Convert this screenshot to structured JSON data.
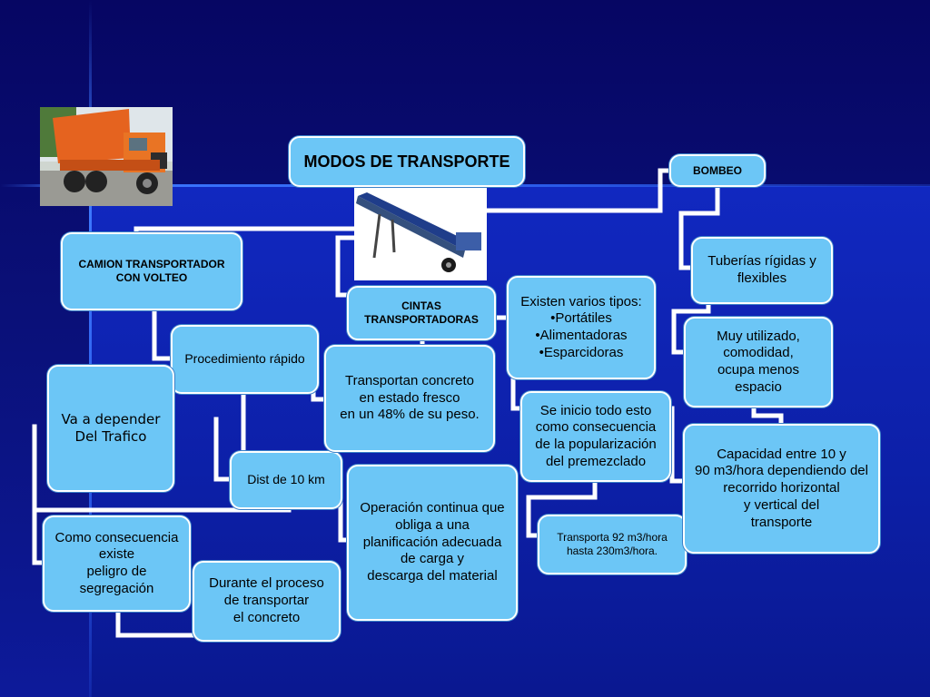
{
  "slide": {
    "title": "MODOS DE TRANSPORTE",
    "colors": {
      "background": "#0a0a6e",
      "node_fill": "#6cc6f6",
      "connector": "#ffffff"
    },
    "images": {
      "truck": "dump-truck-photo",
      "conveyor": "conveyor-belt-photo"
    },
    "nodes": {
      "camion": "CAMION TRANSPORTADOR\nCON VOLTEO",
      "cintas": "CINTAS\nTRANSPORTADORAS",
      "bombeo": "BOMBEO",
      "procedimiento": "Procedimiento rápido",
      "trafico": "Va a depender\nDel Trafico",
      "dist": "Dist de 10 km",
      "segregacion": "Como consecuencia\nexiste\npeligro de\nsegregación",
      "durante": "Durante el proceso\nde transportar\nel concreto",
      "transportan": "Transportan concreto\nen estado fresco\nen un 48% de su peso.",
      "operacion": "Operación continua que\nobliga a una\nplanificación adecuada\nde carga y\ndescarga del material",
      "tipos": "Existen varios tipos:\n•Portátiles\n•Alimentadoras\n•Esparcidoras",
      "inicio": "Se inicio  todo esto\ncomo consecuencia\nde la popularización\ndel premezclado",
      "transporta92": "Transporta 92 m3/hora\nhasta 230m3/hora.",
      "tuberias": "Tuberías rígidas y\nflexibles",
      "muy": "Muy utilizado,\ncomodidad,\nocupa menos\nespacio",
      "capacidad": "Capacidad entre 10 y\n90 m3/hora dependiendo del\nrecorrido horizontal\ny vertical del\ntransporte"
    }
  }
}
